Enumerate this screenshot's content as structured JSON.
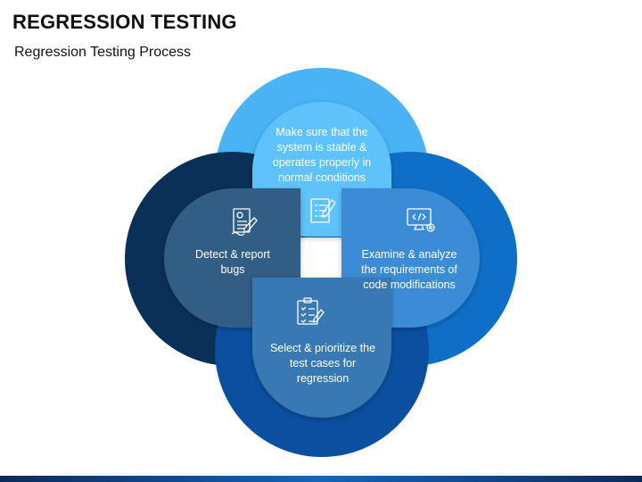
{
  "header": {
    "title": "REGRESSION TESTING",
    "subtitle": "Regression Testing Process"
  },
  "steps": [
    {
      "text": "Make sure that the system is stable & operates properly in normal conditions",
      "icon": "checklist-pen-icon",
      "outer_color": "#49b3f5",
      "inner_color": "#5fc2fb"
    },
    {
      "text": "Examine & analyze the requirements of code modifications",
      "icon": "monitor-code-gear-icon",
      "outer_color": "#0f6fc8",
      "inner_color": "#3b8bd6"
    },
    {
      "text": "Select & prioritize the test cases for regression",
      "icon": "clipboard-checklist-icon",
      "outer_color": "#0b4fa0",
      "inner_color": "#3978b3"
    },
    {
      "text": "Detect & report bugs",
      "icon": "report-pen-icon",
      "outer_color": "#0b3057",
      "inner_color": "#315d85"
    }
  ]
}
